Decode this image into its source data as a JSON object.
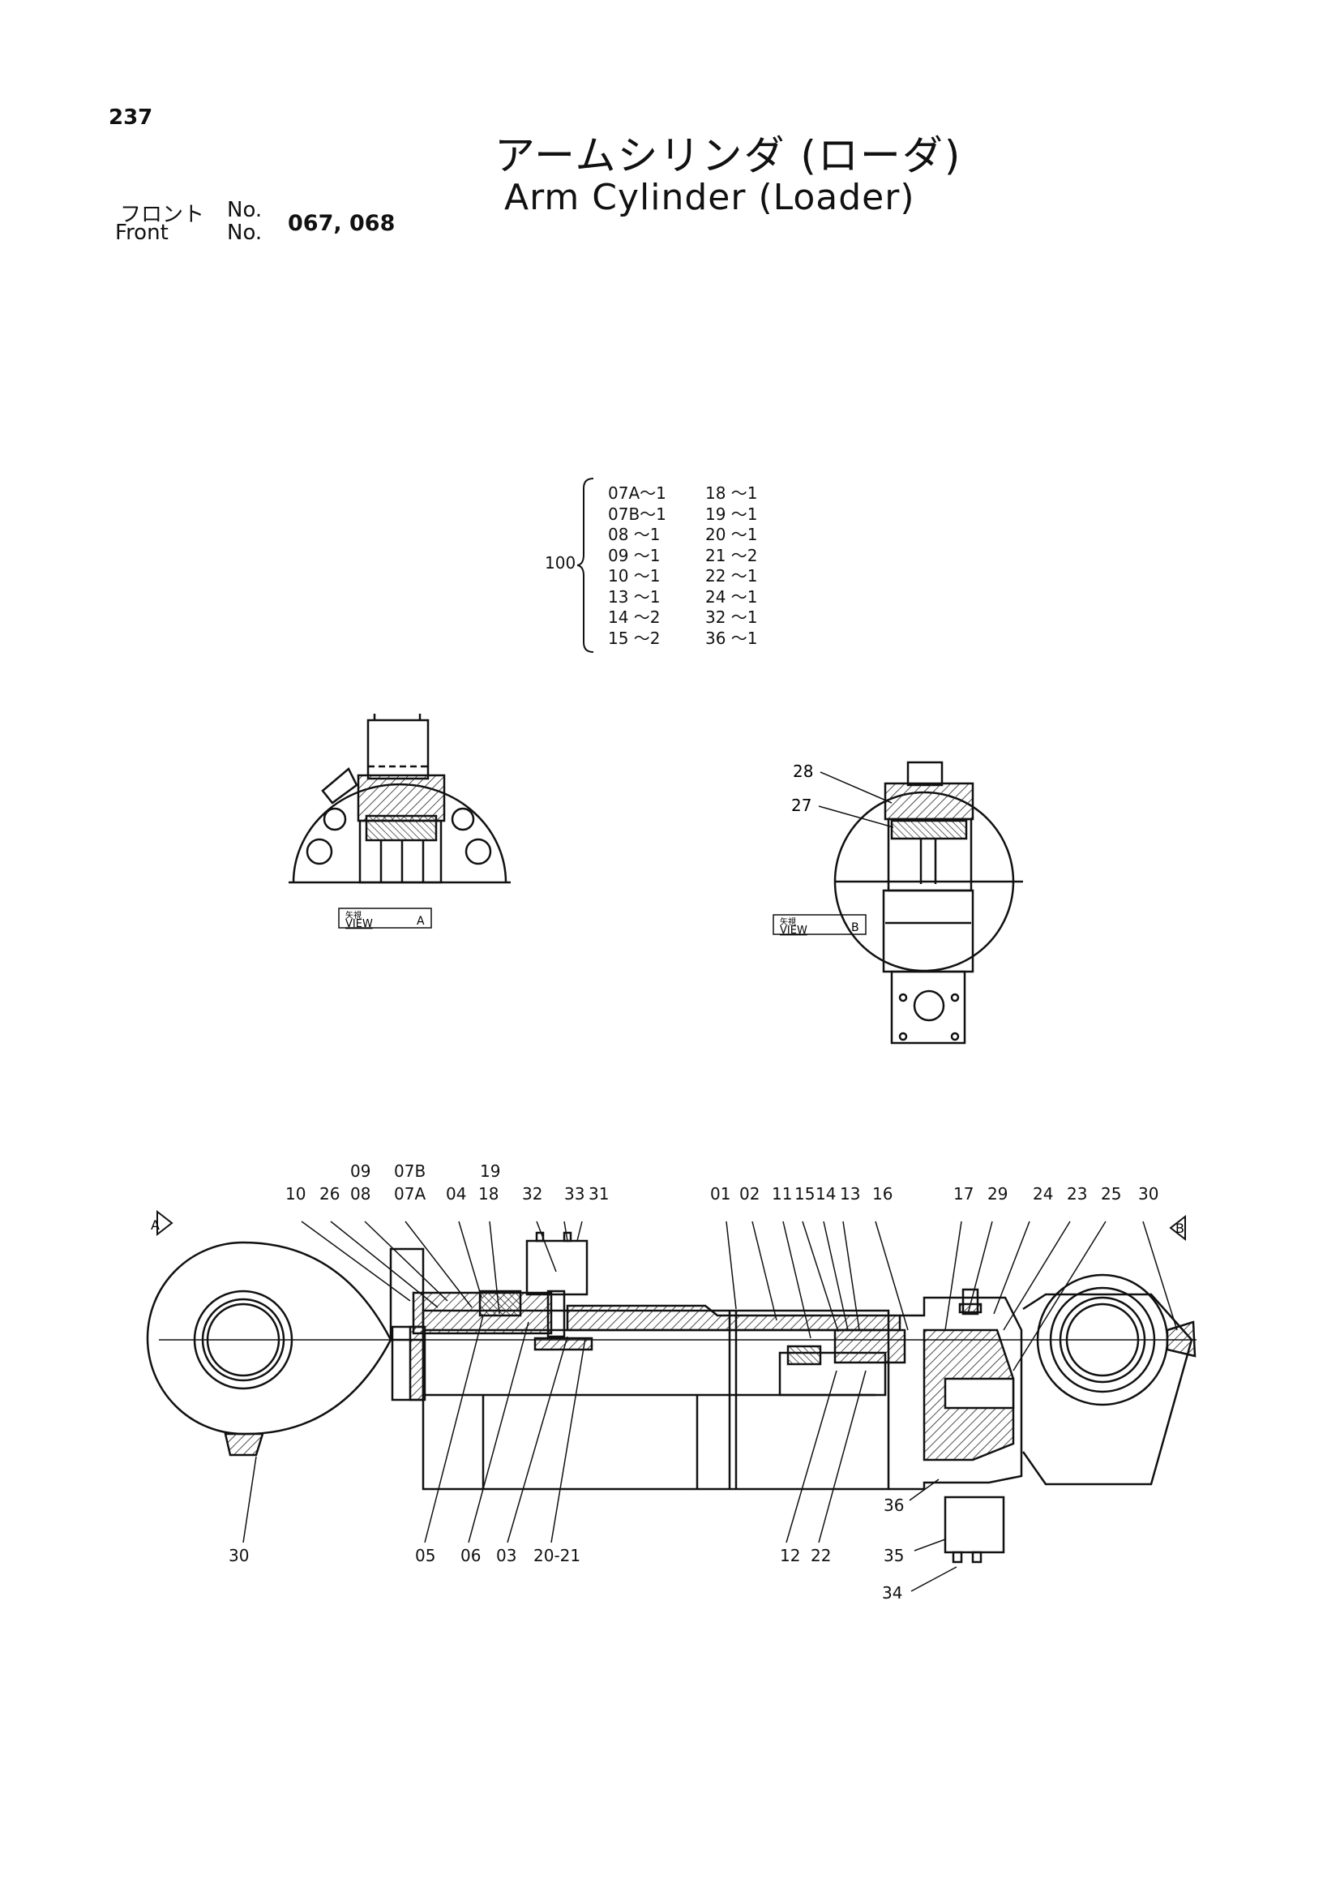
{
  "header": {
    "page_number": "237",
    "title_jp": "アームシリンダ (ローダ)",
    "title_en": "Arm Cylinder (Loader)",
    "front_label_jp": "フロント",
    "front_label_en": "Front",
    "no_label_1": "No.",
    "no_label_2": "No.",
    "front_numbers": "067, 068"
  },
  "kit": {
    "id": "100",
    "rows": [
      {
        "left": "07A～1",
        "right": "18 ～1"
      },
      {
        "left": "07B～1",
        "right": "19 ～1"
      },
      {
        "left": "08 ～1",
        "right": "20 ～1"
      },
      {
        "left": "09 ～1",
        "right": "21 ～2"
      },
      {
        "left": "10 ～1",
        "right": "22 ～1"
      },
      {
        "left": "13 ～1",
        "right": "24 ～1"
      },
      {
        "left": "14 ～2",
        "right": "32 ～1"
      },
      {
        "left": "15 ～2",
        "right": "36 ～1"
      }
    ]
  },
  "views": {
    "a": {
      "kanji": "矢視",
      "text": "VIEW",
      "letter": "A"
    },
    "b": {
      "kanji": "矢視",
      "text": "VIEW",
      "letter": "B"
    },
    "b_labels": [
      "28",
      "27"
    ]
  },
  "arrows": {
    "a": "A",
    "b": "B"
  },
  "top_labels": [
    {
      "text": "09"
    },
    {
      "text": "07B"
    },
    {
      "text": "19"
    },
    {
      "text": "10"
    },
    {
      "text": "26"
    },
    {
      "text": "08"
    },
    {
      "text": "07A"
    },
    {
      "text": "04"
    },
    {
      "text": "18"
    },
    {
      "text": "32"
    },
    {
      "text": "33"
    },
    {
      "text": "31"
    },
    {
      "text": "01"
    },
    {
      "text": "02"
    },
    {
      "text": "11"
    },
    {
      "text": "15"
    },
    {
      "text": "14"
    },
    {
      "text": "13"
    },
    {
      "text": "16"
    },
    {
      "text": "17"
    },
    {
      "text": "29"
    },
    {
      "text": "24"
    },
    {
      "text": "23"
    },
    {
      "text": "25"
    },
    {
      "text": "30"
    }
  ],
  "bottom_labels": [
    {
      "text": "30"
    },
    {
      "text": "05"
    },
    {
      "text": "06"
    },
    {
      "text": "03"
    },
    {
      "text": "20-21"
    },
    {
      "text": "12"
    },
    {
      "text": "22"
    },
    {
      "text": "36"
    },
    {
      "text": "35"
    },
    {
      "text": "34"
    }
  ]
}
